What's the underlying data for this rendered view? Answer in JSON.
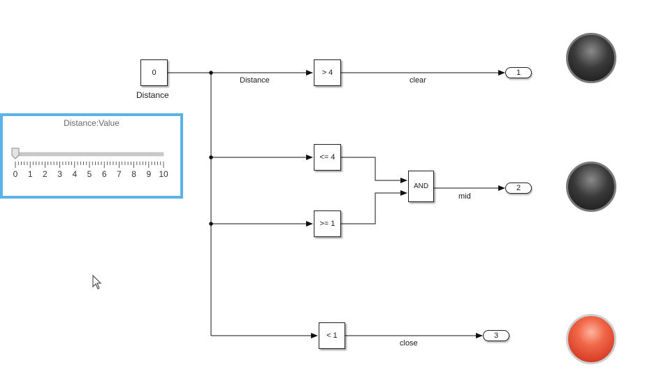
{
  "constant": {
    "value": "0",
    "name": "Distance"
  },
  "signals": {
    "distance": "Distance",
    "clear": "clear",
    "mid": "mid",
    "close": "close"
  },
  "compare_blocks": [
    {
      "label": "> 4"
    },
    {
      "label": "<= 4"
    },
    {
      "label": ">= 1"
    },
    {
      "label": "< 1"
    }
  ],
  "logic_block": {
    "label": "AND"
  },
  "outports": [
    {
      "number": "1"
    },
    {
      "number": "2"
    },
    {
      "number": "3"
    }
  ],
  "lamps": [
    {
      "state": "off",
      "color": "#2a2a2a"
    },
    {
      "state": "off",
      "color": "#2a2a2a"
    },
    {
      "state": "on",
      "color": "#e8503a"
    }
  ],
  "dashboard": {
    "title": "Distance:Value",
    "slider_value": 0,
    "slider_min": 0,
    "slider_max": 10,
    "ticks": [
      "0",
      "1",
      "2",
      "3",
      "4",
      "5",
      "6",
      "7",
      "8",
      "9",
      "10"
    ],
    "border_color": "#5bb3ea"
  }
}
